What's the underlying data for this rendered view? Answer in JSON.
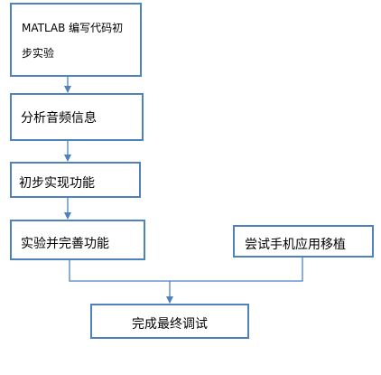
{
  "nodes": {
    "step1": "MATLAB 编写代码初步实验",
    "step2": "分析音频信息",
    "step3": "初步实现功能",
    "step4": "实验并完善功能",
    "step5": "尝试手机应用移植",
    "step6": "完成最终调试"
  },
  "colors": {
    "box_border": "#4f81bd",
    "connector": "#4f81bd",
    "text": "#000000"
  }
}
